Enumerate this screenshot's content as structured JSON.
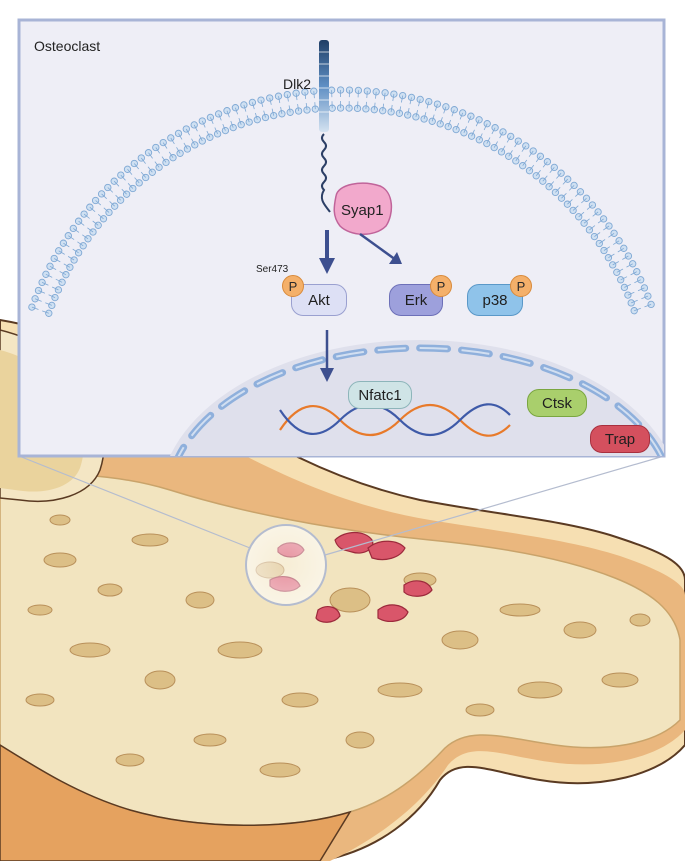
{
  "panel": {
    "cell_label": "Osteoclast",
    "receptor_label": "Dlk2",
    "adaptor_label": "Syap1",
    "site_label": "Ser473",
    "phospho_label": "P"
  },
  "kinases": [
    {
      "label": "Akt",
      "fill": "#dde0f5",
      "stroke": "#9aa0d0",
      "phosphorylated": true
    },
    {
      "label": "Erk",
      "fill": "#9da0dc",
      "stroke": "#6d70b8",
      "phosphorylated": true
    },
    {
      "label": "p38",
      "fill": "#8fc3ea",
      "stroke": "#5a98c8",
      "phosphorylated": true
    }
  ],
  "nucleus": {
    "transcription_factor": "Nfatc1",
    "targets": [
      {
        "label": "Ctsk",
        "fill": "#a9cf6c",
        "stroke": "#7aa640"
      },
      {
        "label": "Trap",
        "fill": "#d4505e",
        "stroke": "#a8303e"
      }
    ]
  },
  "colors": {
    "panel_bg": "#eeeef6",
    "panel_border": "#a8b4d6",
    "membrane": "#7fa8d4",
    "arrow": "#3d4f8f",
    "dna_orange": "#e87a2a",
    "dna_blue": "#3e5aa8",
    "bone_outer": "#f6e2b8",
    "bone_cortex": "#e8b679",
    "bone_edge": "#5a3a22",
    "marrow": "#f3e8c4",
    "osteoclast_cells": "#d9566a"
  }
}
